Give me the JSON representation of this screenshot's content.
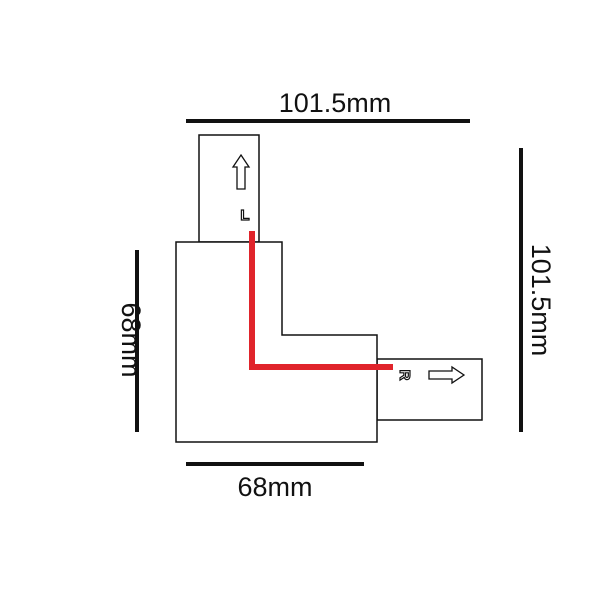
{
  "dimensions": {
    "top_width": "101.5mm",
    "right_height": "101.5mm",
    "left_height": "68mm",
    "bottom_width": "68mm"
  },
  "labels": {
    "left": "L",
    "right": "R"
  },
  "colors": {
    "wire": "#e0242b",
    "outline": "#111111"
  }
}
